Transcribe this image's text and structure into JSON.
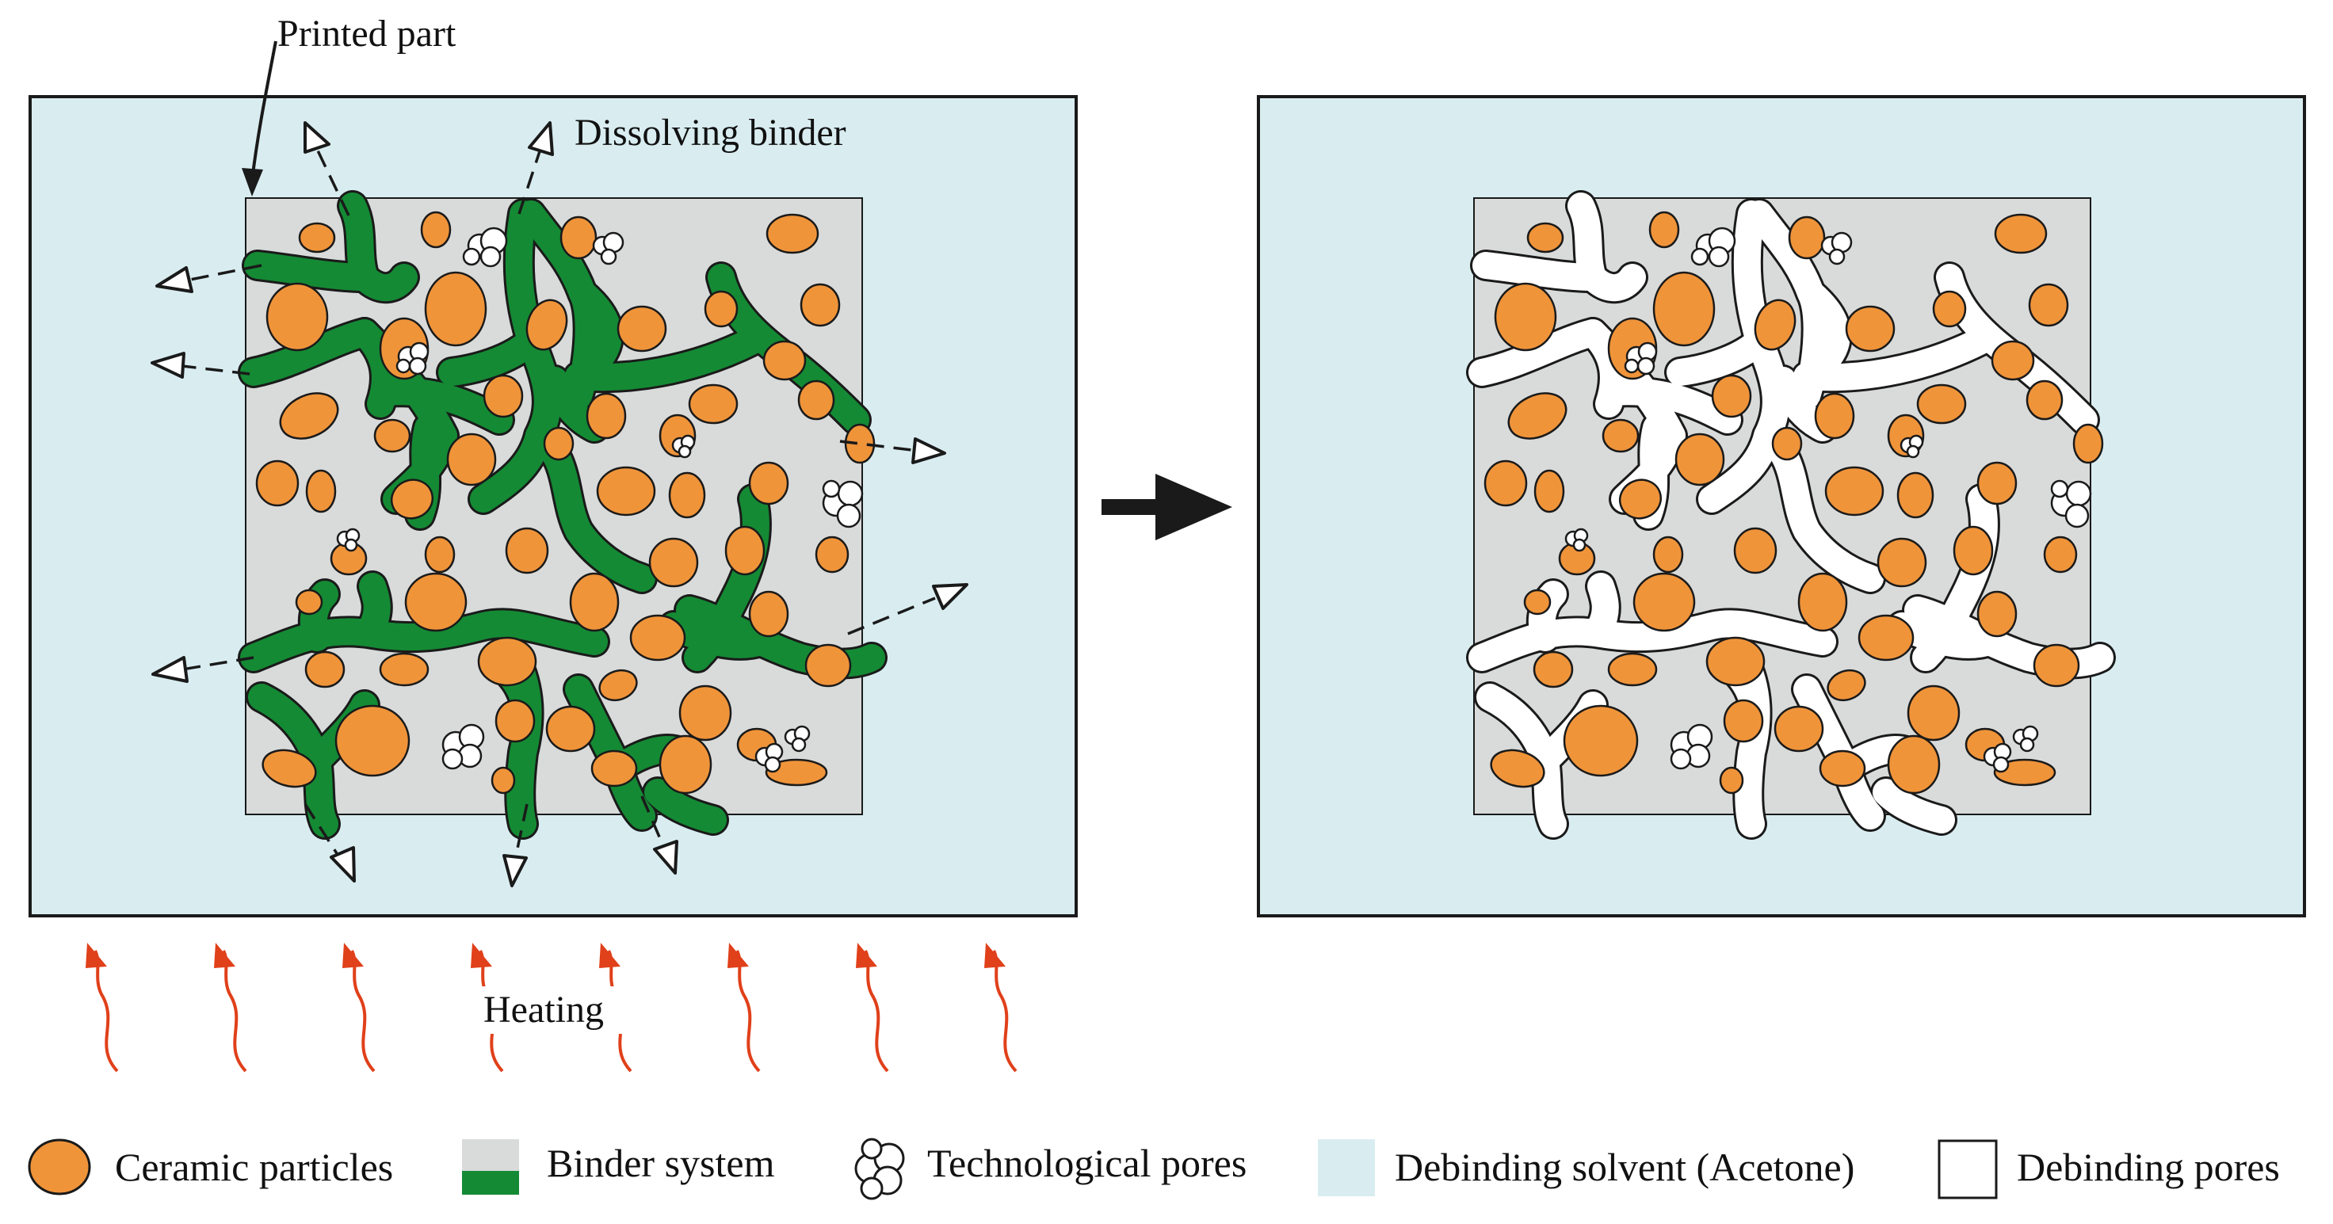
{
  "labels": {
    "printed_part": "Printed part",
    "dissolving_binder": "Dissolving binder",
    "heating": "Heating"
  },
  "legend": {
    "ceramic": "Ceramic particles",
    "binder": "Binder system",
    "tech_pores": "Technological pores",
    "solvent": "Debinding solvent (Acetone)",
    "debinding_pores": "Debinding pores"
  },
  "colors": {
    "ceramic": "#f0943a",
    "binder_gray": "#d9dada",
    "binder_green": "#148a34",
    "solvent": "#d9edf1",
    "heating_arrow": "#e0401a",
    "outline": "#1a1a1a"
  }
}
